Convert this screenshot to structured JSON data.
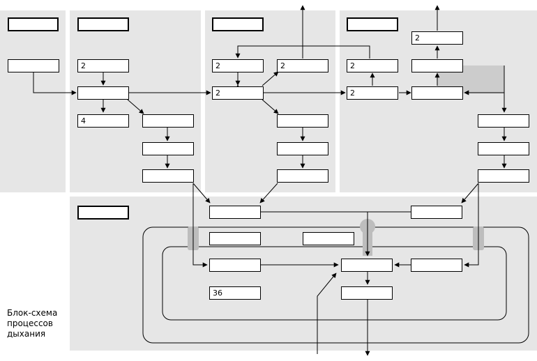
{
  "diagram": {
    "caption_lines": [
      "Блок-схема",
      "процессов",
      "дыхания"
    ],
    "labels": {
      "b_p1_2a": "2",
      "b_p1_4": "4",
      "b_p2_2a": "2",
      "b_p2_2b": "2",
      "b_p2_2c": "2",
      "b_p3_2top": "2",
      "b_p3_2a": "2",
      "b_p3_2b": "2",
      "b_bot_36": "36"
    },
    "colors": {
      "panel": "#e6e6e6",
      "stroke": "#000000",
      "feedback_fill": "#cccccc",
      "tube": "#bdbdbd"
    }
  }
}
